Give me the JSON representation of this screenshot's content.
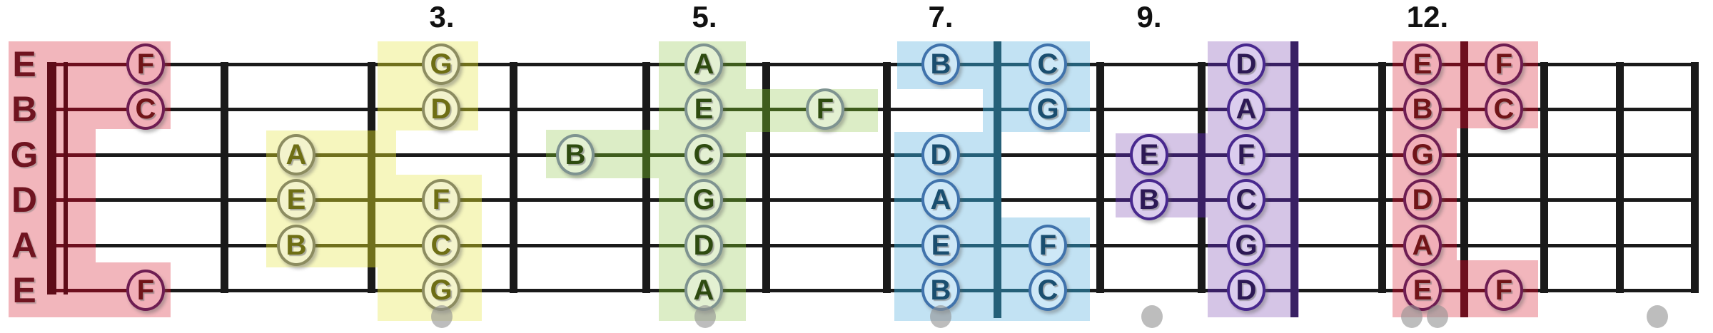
{
  "diagram_title": "guitar-fretboard-note-positions",
  "strings": [
    "E",
    "B",
    "G",
    "D",
    "A",
    "E"
  ],
  "fret_numbers": [
    {
      "text": "3.",
      "fret": 3
    },
    {
      "text": "5.",
      "fret": 5
    },
    {
      "text": "7.",
      "fret": 7
    },
    {
      "text": "9.",
      "fret": 9
    },
    {
      "text": "12.",
      "fret": 12
    }
  ],
  "marker_dots": [
    {
      "fret": 3,
      "dots": 1
    },
    {
      "fret": 5,
      "dots": 1
    },
    {
      "fret": 7,
      "dots": 1
    },
    {
      "fret": 9,
      "dots": 1
    },
    {
      "fret": 12,
      "dots": 2
    },
    {
      "fret": 15,
      "dots": 1
    }
  ],
  "palettes": {
    "red": {
      "bg": "#F2B6BC",
      "accent": "#6E0F1E",
      "ring": "#6E1D52",
      "letter": "#701418",
      "fill": "#F1AFB8"
    },
    "yellow": {
      "bg": "#F6F6BE",
      "accent": "#70701C",
      "ring": "#8C8C60",
      "letter": "#6E6E14",
      "fill": "#F3F3CC"
    },
    "green": {
      "bg": "#DCEDC6",
      "accent": "#3F5D1D",
      "ring": "#7E9390",
      "letter": "#2E4B10",
      "fill": "#E3F0D2"
    },
    "blue": {
      "bg": "#C2E2F3",
      "accent": "#256078",
      "ring": "#4073AC",
      "letter": "#1A4E6F",
      "fill": "#CEE8F7"
    },
    "purple": {
      "bg": "#D5C5E6",
      "accent": "#392064",
      "ring": "#48288E",
      "letter": "#2D1955",
      "fill": "#DBCDEE"
    }
  },
  "board_colors": {
    "line": "#1A1A1A",
    "nut": "#5E0C18",
    "string_label": "#701420",
    "fret_number": "#111111",
    "dot": "#B9B9B9"
  },
  "positions": [
    {
      "id": "p1",
      "palette": "red",
      "notes": [
        {
          "s": 0,
          "f": 1,
          "n": "F"
        },
        {
          "s": 1,
          "f": 1,
          "n": "C"
        },
        {
          "s": 5,
          "f": 1,
          "n": "F"
        }
      ]
    },
    {
      "id": "p3",
      "palette": "yellow",
      "notes": [
        {
          "s": 2,
          "f": 2,
          "n": "A"
        },
        {
          "s": 3,
          "f": 2,
          "n": "E"
        },
        {
          "s": 4,
          "f": 2,
          "n": "B"
        },
        {
          "s": 0,
          "f": 3,
          "n": "G"
        },
        {
          "s": 1,
          "f": 3,
          "n": "D"
        },
        {
          "s": 3,
          "f": 3,
          "n": "F"
        },
        {
          "s": 4,
          "f": 3,
          "n": "C"
        },
        {
          "s": 5,
          "f": 3,
          "n": "G"
        }
      ]
    },
    {
      "id": "p5",
      "palette": "green",
      "notes": [
        {
          "s": 2,
          "f": 4,
          "n": "B"
        },
        {
          "s": 0,
          "f": 5,
          "n": "A"
        },
        {
          "s": 1,
          "f": 5,
          "n": "E"
        },
        {
          "s": 2,
          "f": 5,
          "n": "C"
        },
        {
          "s": 3,
          "f": 5,
          "n": "G"
        },
        {
          "s": 4,
          "f": 5,
          "n": "D"
        },
        {
          "s": 5,
          "f": 5,
          "n": "A"
        },
        {
          "s": 1,
          "f": 6,
          "n": "F"
        }
      ]
    },
    {
      "id": "p7",
      "palette": "blue",
      "notes": [
        {
          "s": 0,
          "f": 7,
          "n": "B"
        },
        {
          "s": 2,
          "f": 7,
          "n": "D"
        },
        {
          "s": 3,
          "f": 7,
          "n": "A"
        },
        {
          "s": 4,
          "f": 7,
          "n": "E"
        },
        {
          "s": 5,
          "f": 7,
          "n": "B"
        },
        {
          "s": 0,
          "f": 8,
          "n": "C"
        },
        {
          "s": 1,
          "f": 8,
          "n": "G"
        },
        {
          "s": 4,
          "f": 8,
          "n": "F"
        },
        {
          "s": 5,
          "f": 8,
          "n": "C"
        }
      ]
    },
    {
      "id": "p9",
      "palette": "purple",
      "notes": [
        {
          "s": 2,
          "f": 9,
          "n": "E"
        },
        {
          "s": 3,
          "f": 9,
          "n": "B"
        },
        {
          "s": 0,
          "f": 10,
          "n": "D"
        },
        {
          "s": 1,
          "f": 10,
          "n": "A"
        },
        {
          "s": 2,
          "f": 10,
          "n": "F"
        },
        {
          "s": 3,
          "f": 10,
          "n": "C"
        },
        {
          "s": 4,
          "f": 10,
          "n": "G"
        },
        {
          "s": 5,
          "f": 10,
          "n": "D"
        }
      ]
    },
    {
      "id": "p12",
      "palette": "red",
      "notes": [
        {
          "s": 0,
          "f": 12,
          "n": "E"
        },
        {
          "s": 1,
          "f": 12,
          "n": "B"
        },
        {
          "s": 2,
          "f": 12,
          "n": "G"
        },
        {
          "s": 3,
          "f": 12,
          "n": "D"
        },
        {
          "s": 4,
          "f": 12,
          "n": "A"
        },
        {
          "s": 5,
          "f": 12,
          "n": "E"
        },
        {
          "s": 0,
          "f": 13,
          "n": "F"
        },
        {
          "s": 1,
          "f": 13,
          "n": "C"
        },
        {
          "s": 5,
          "f": 13,
          "n": "F"
        }
      ]
    }
  ]
}
